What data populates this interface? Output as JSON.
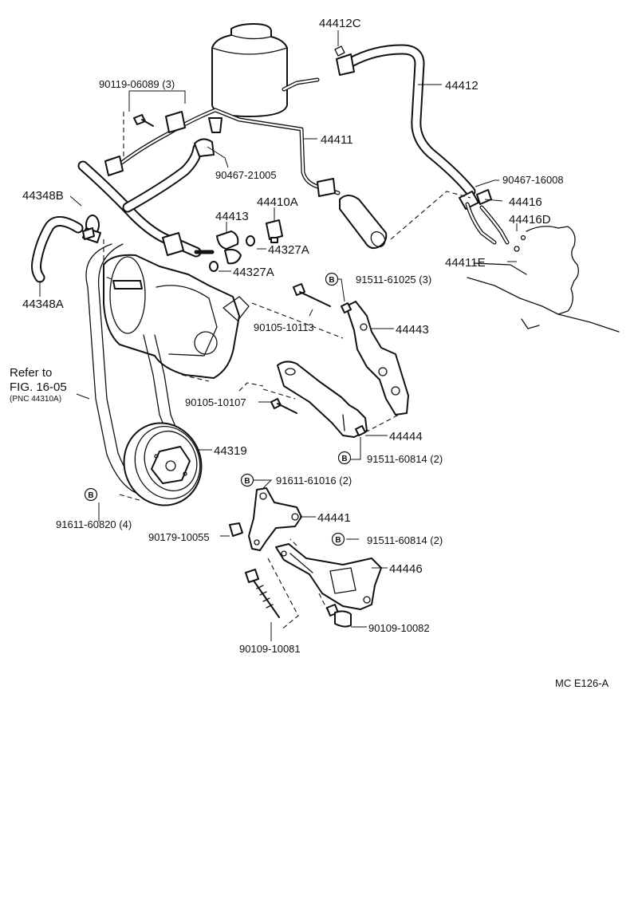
{
  "labels": {
    "p44412C": "44412C",
    "p44412": "44412",
    "p90119": "90119-06089 (3)",
    "p44411": "44411",
    "p90467_21005": "90467-21005",
    "p90467_16008": "90467-16008",
    "p44416": "44416",
    "p44416D": "44416D",
    "p44411E": "44411E",
    "p44348B": "44348B",
    "p44348A": "44348A",
    "p44410A": "44410A",
    "p44413": "44413",
    "p44327A_1": "44327A",
    "p44327A_2": "44327A",
    "p91511_61025": "91511-61025 (3)",
    "p90105_10113": "90105-10113",
    "p44443": "44443",
    "refer_1": "Refer to",
    "refer_2": "FIG. 16-05",
    "refer_3": "(PNC 44310A)",
    "p90105_10107": "90105-10107",
    "p44444": "44444",
    "p44319": "44319",
    "p91511_60814_a": "91511-60814 (2)",
    "p91611_61016": "91611-61016 (2)",
    "p91611_60820": "91611-60820 (4)",
    "p44441": "44441",
    "p90179_10055": "90179-10055",
    "p91511_60814_b": "91511-60814 (2)",
    "p44446": "44446",
    "p90109_10082": "90109-10082",
    "p90109_10081": "90109-10081",
    "catalog_code": "MC  E126-A"
  },
  "bolt_marker": "B"
}
